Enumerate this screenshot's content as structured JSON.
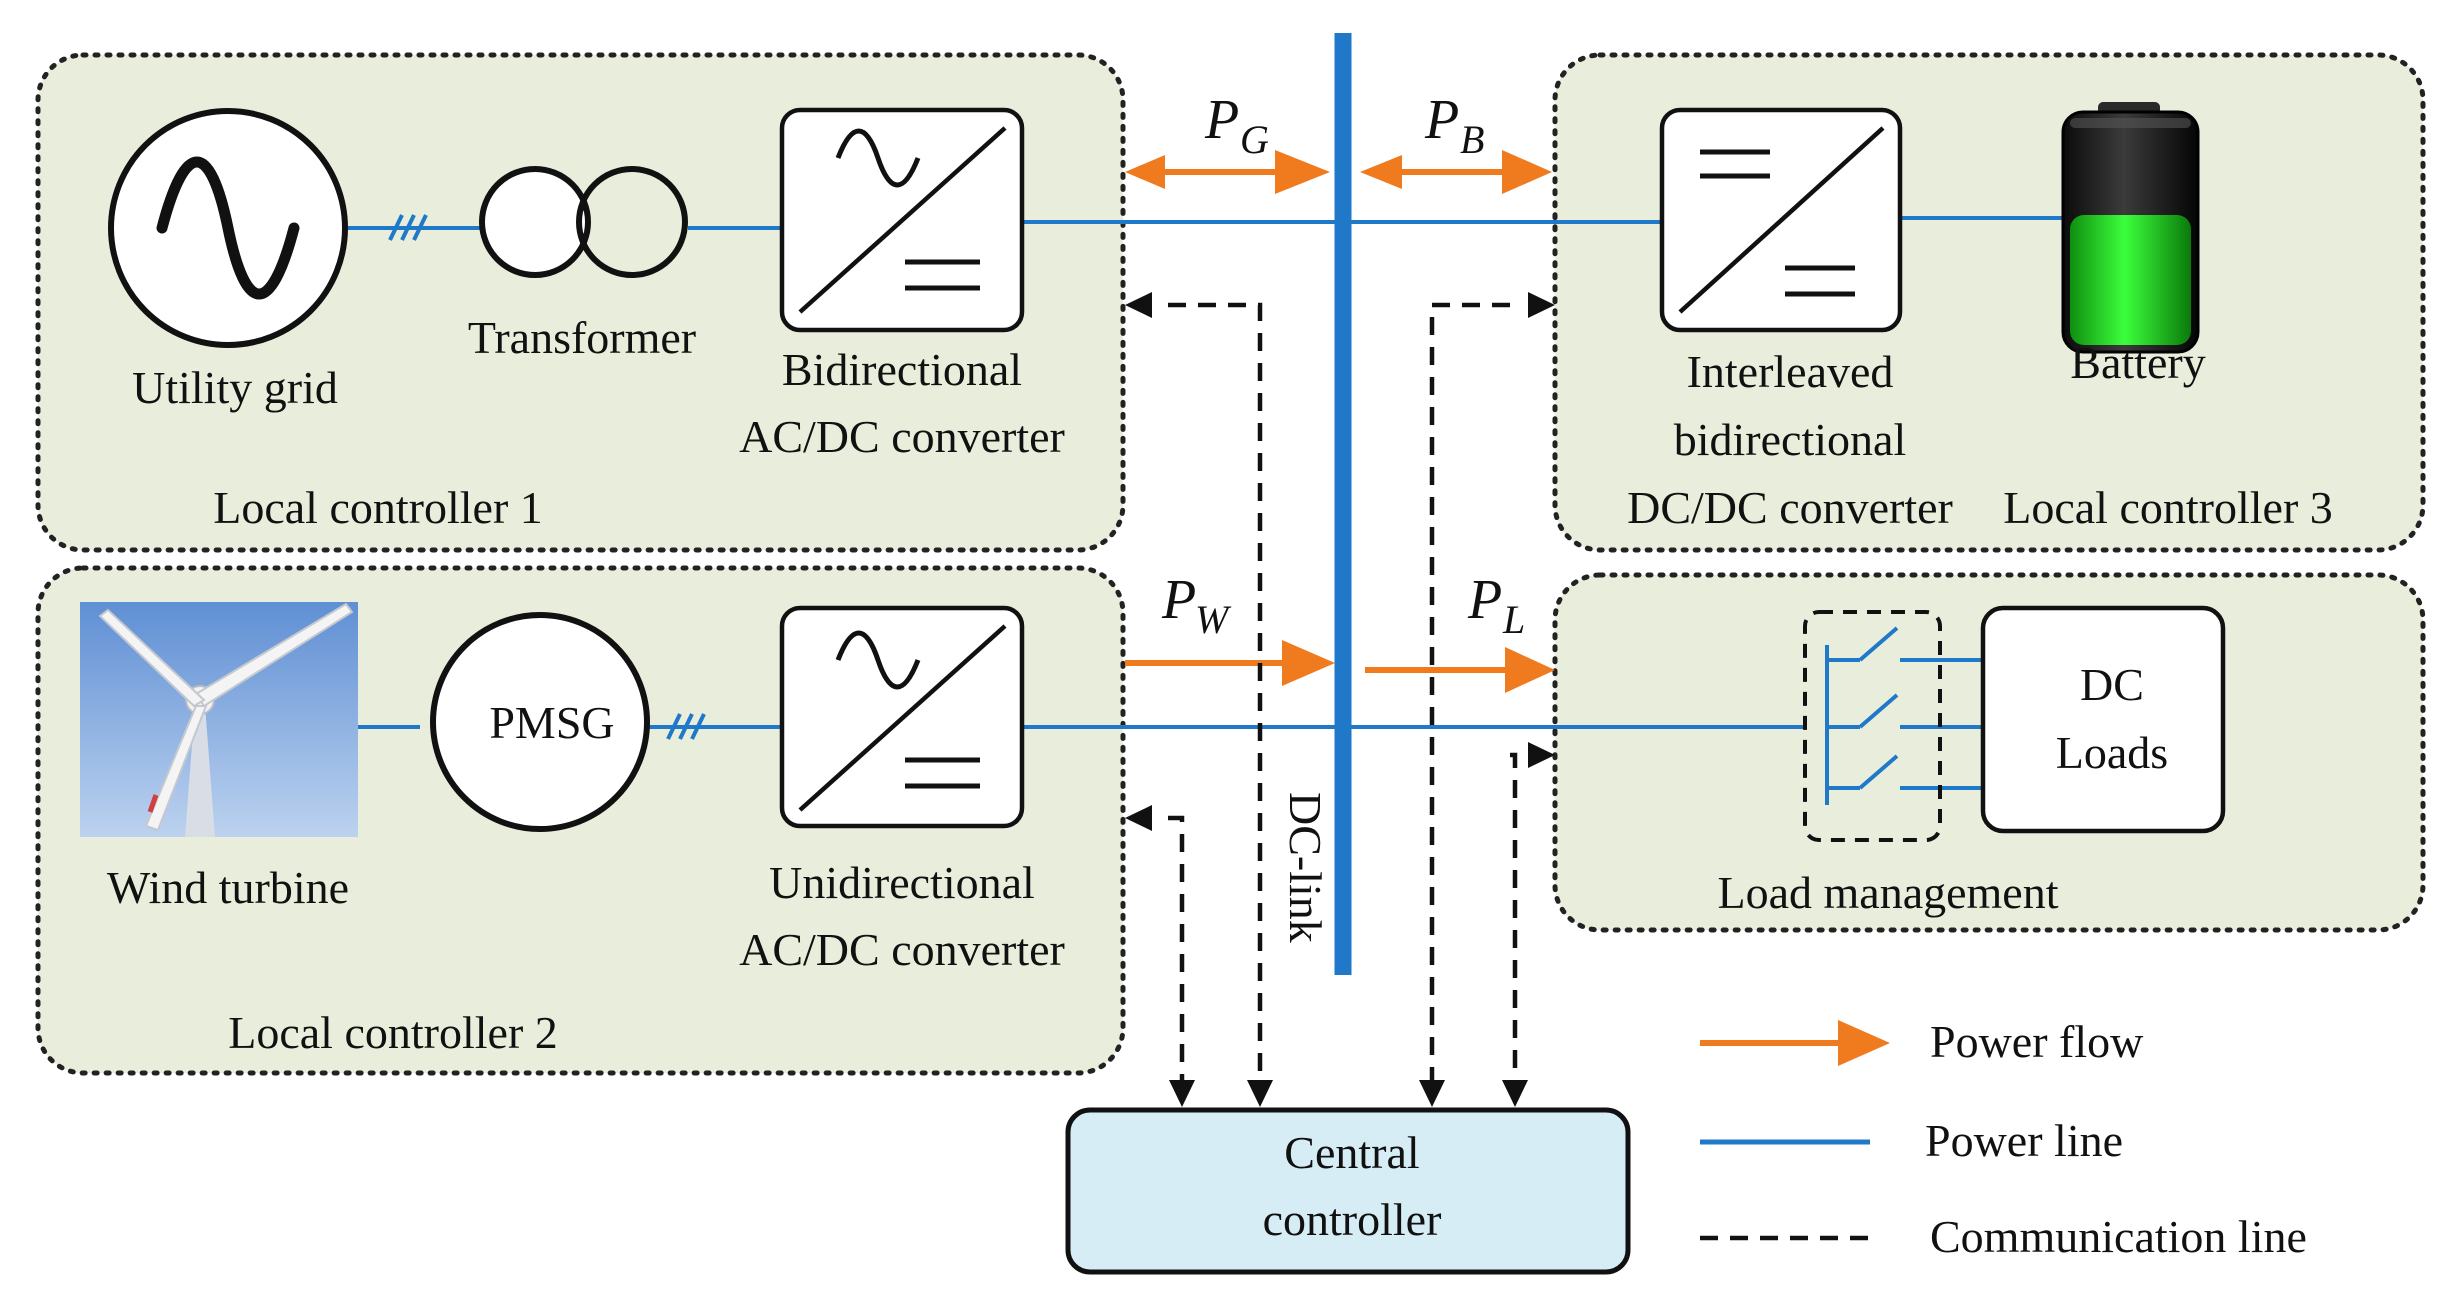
{
  "regions": {
    "lc1": "Local controller 1",
    "lc2": "Local controller 2",
    "lc3": "Local controller 3",
    "load_mgmt": "Load management"
  },
  "components": {
    "utility_grid": "Utility grid",
    "transformer": "Transformer",
    "bidirectional_acdc": [
      "Bidirectional",
      "AC/DC converter"
    ],
    "interleaved_dcdc": [
      "Interleaved",
      "bidirectional",
      "DC/DC converter"
    ],
    "battery": "Battery",
    "wind_turbine": "Wind turbine",
    "pmsg": "PMSG",
    "unidirectional_acdc": [
      "Unidirectional",
      "AC/DC converter"
    ],
    "dc_loads": [
      "DC",
      "Loads"
    ],
    "dc_link": "DC-link",
    "central_controller": [
      "Central",
      "controller"
    ]
  },
  "powers": {
    "grid": {
      "symbol": "P",
      "sub": "G"
    },
    "battery": {
      "symbol": "P",
      "sub": "B"
    },
    "wind": {
      "symbol": "P",
      "sub": "W"
    },
    "load": {
      "symbol": "P",
      "sub": "L"
    }
  },
  "legend": {
    "power_flow": "Power flow",
    "power_line": "Power line",
    "communication_line": "Communication line"
  },
  "colors": {
    "power_flow": "#f07a1e",
    "power_line": "#1f78c8",
    "dc_link": "#1f78c8",
    "region_fill": "#e9eedc",
    "central_fill": "#d6edf6",
    "battery_charge": "#22e022"
  }
}
